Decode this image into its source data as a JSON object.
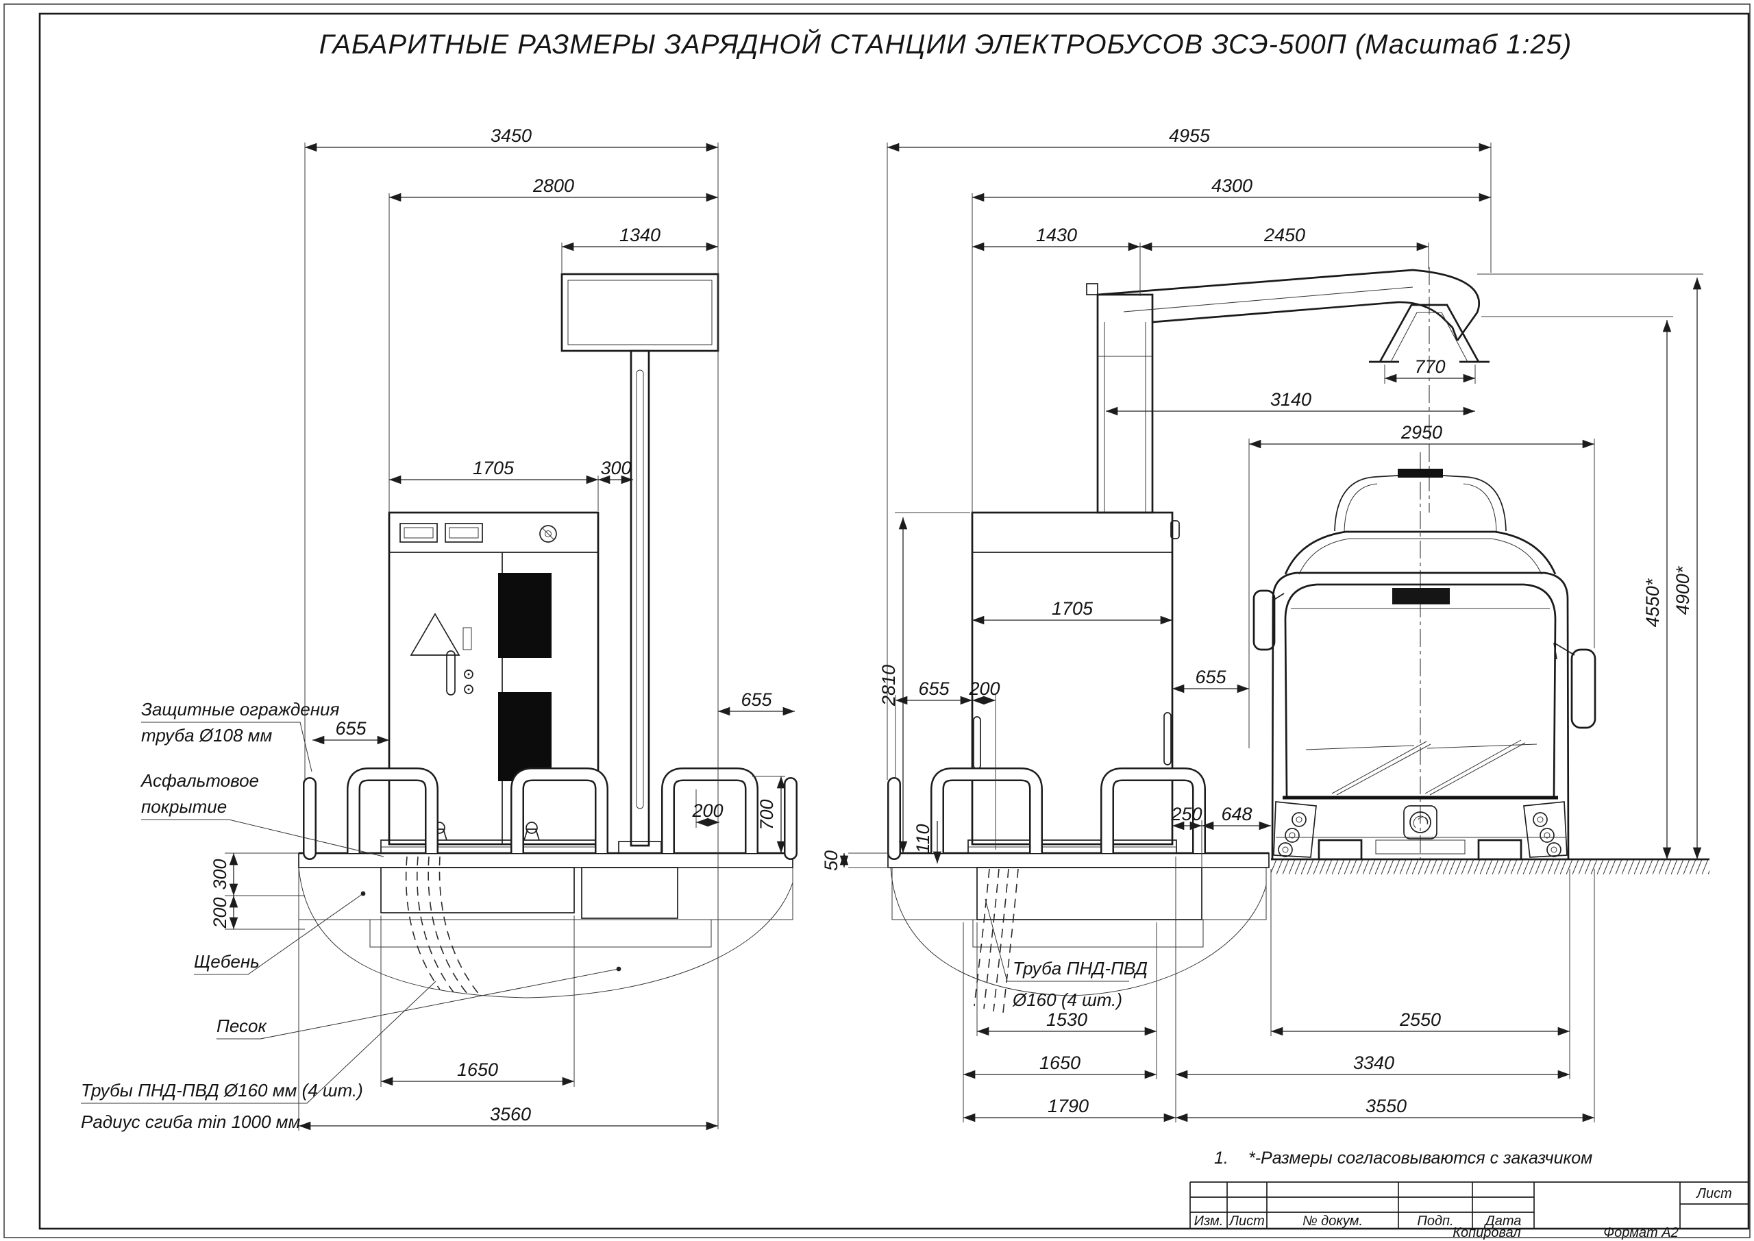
{
  "title": "ГАБАРИТНЫЕ РАЗМЕРЫ ЗАРЯДНОЙ СТАНЦИИ ЭЛЕКТРОБУСОВ ЗСЭ-500П (Масштаб 1:25)",
  "front_view": {
    "dims": {
      "overall_width": "3450",
      "pole_offset": "2800",
      "sign_width": "1340",
      "cabinet_width": "1705",
      "cabinet_to_pole": "300",
      "left_clearance": "655",
      "right_clearance": "655",
      "rail_offset": "200",
      "rail_height": "700",
      "layer_asphalt": "300",
      "layer_gravel": "200",
      "pit_width": "1650",
      "foundation_width": "3560"
    },
    "labels": {
      "guard_line1": "Защитные ограждения",
      "guard_line2": "труба Ø108 мм",
      "asphalt_line1": "Асфальтовое",
      "asphalt_line2": "покрытие",
      "gravel": "Щебень",
      "sand": "Песок",
      "pipes_line1": "Трубы ПНД-ПВД Ø160 мм (4 шт.)",
      "pipes_line2": "Радиус сгиба min 1000 мм"
    }
  },
  "side_view": {
    "dims": {
      "overall_depth": "4955",
      "frame_depth": "4300",
      "cabinet_zone": "1430",
      "boom_zone": "2450",
      "contact_width": "770",
      "boom_reach": "3140",
      "bus_width_mirrors": "2950",
      "cabinet_depth": "1705",
      "cabinet_height": "2810",
      "left_clearance": "655",
      "rail_offset": "200",
      "cabinet_to_bus": "655",
      "pit_lip": "250",
      "pit_to_bus": "648",
      "curb_height": "50",
      "pipe_offset": "110",
      "pit_width": "1530",
      "pit_outer_width": "1650",
      "foundation_depth": "1790",
      "bus_body_width": "2550",
      "bus_outer_width": "3340",
      "bus_zone_width": "3550",
      "contact_height": "4550*",
      "boom_height": "4900*"
    },
    "labels": {
      "pipes_line1": "Труба ПНД-ПВД",
      "pipes_line2": "Ø160 (4 шт.)"
    }
  },
  "note": {
    "number": "1.",
    "text": "*-Размеры согласовываются с заказчиком"
  },
  "title_block": {
    "col_izm": "Изм.",
    "col_list": "Лист",
    "col_doc": "№ докум.",
    "col_sign": "Подп.",
    "col_date": "Дата",
    "sheet": "Лист",
    "copied": "Копировал",
    "format": "Формат А2"
  }
}
